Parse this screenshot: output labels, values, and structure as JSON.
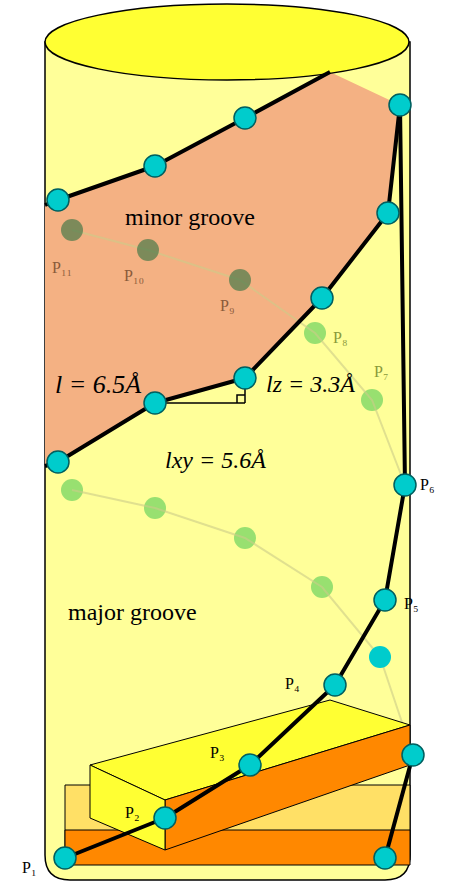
{
  "diagram": {
    "labels": [
      "minor groove",
      "major groove",
      "l = 6.5Å",
      "lz = 3.3Å",
      "lxy = 5.6Å",
      "P₁",
      "P₂",
      "P₃",
      "P₄",
      "P₅",
      "P₆",
      "P₇",
      "P₈",
      "P₉",
      "P₁₀",
      "P₁₁"
    ]
  }
}
